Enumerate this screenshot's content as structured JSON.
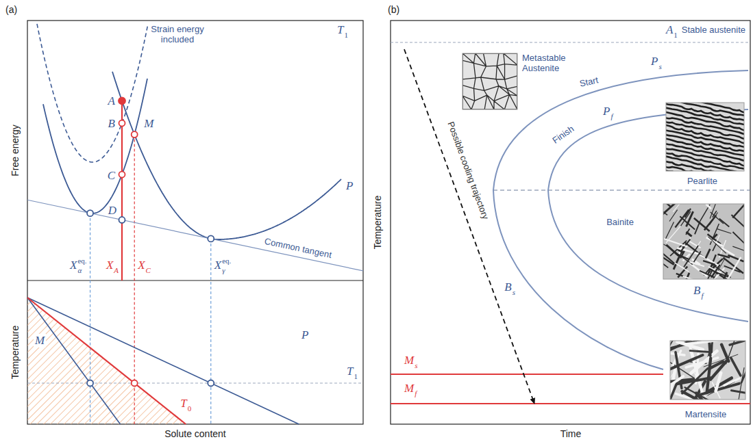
{
  "diagram": {
    "labels": [
      "(a)",
      "T",
      "1",
      "Strain energy included",
      "A",
      "B",
      "C",
      "D",
      "M",
      "P",
      "Free energy",
      "Common tangent",
      "X",
      "α",
      "eq.",
      "X",
      "A",
      "X",
      "C",
      "X",
      "γ",
      "eq.",
      "Temperature",
      "M",
      "P",
      "T",
      "1",
      "T",
      "0",
      "Solute content",
      "(b)",
      "A",
      "1",
      "Stable austenite",
      "Metastable Austenite",
      "Start",
      "P",
      "s",
      "Finish",
      "P",
      "f",
      "Pearlite",
      "Bainite",
      "Possible cooling trajectory",
      "B",
      "s",
      "B",
      "f",
      "M",
      "s",
      "M",
      "f",
      "Martensite",
      "Temperature",
      "Time"
    ]
  }
}
